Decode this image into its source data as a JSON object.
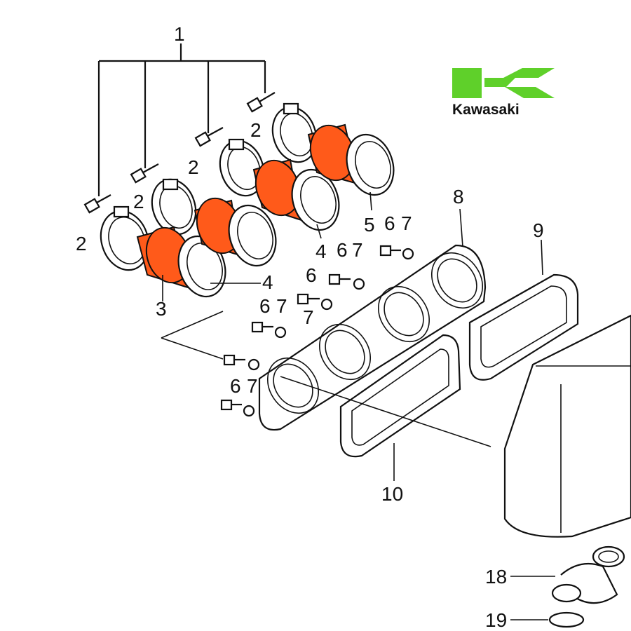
{
  "brand": {
    "name": "Kawasaki",
    "color": "#5fd02a"
  },
  "boot_color": "#ff5a1a",
  "callouts": {
    "c1": "1",
    "c2a": "2",
    "c2b": "2",
    "c2c": "2",
    "c2d": "2",
    "c3": "3",
    "c4a": "4",
    "c4b": "4",
    "c5": "5",
    "c6a": "6",
    "c7a": "7",
    "c6b": "6",
    "c7b": "7",
    "c6c": "6",
    "c7c": "7",
    "c6d": "6",
    "c7d": "7",
    "c6e": "6",
    "c7e": "7",
    "c8": "8",
    "c9": "9",
    "c10": "10",
    "c18": "18",
    "c19": "19"
  }
}
